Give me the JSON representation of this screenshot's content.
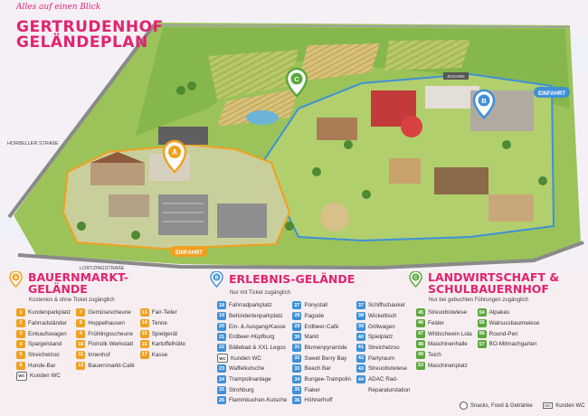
{
  "header": {
    "tagline": "Alles auf einen Blick",
    "title_line1": "GERTRUDENHOF",
    "title_line2": "GELÄNDEPLAN"
  },
  "map": {
    "road_labels": {
      "horbeller": "HORBELLER STRAßE",
      "lortzing": "LORTZINGSTRAßE"
    },
    "entrance_labels": {
      "einfahrt_right": "EINFAHRT",
      "einfahrt_bottom": "EINFAHRT",
      "zugang": "ZUGANG"
    },
    "zone_pins": [
      {
        "letter": "A",
        "color": "#f0a020"
      },
      {
        "letter": "B",
        "color": "#3f90d8"
      },
      {
        "letter": "C",
        "color": "#5aa83c"
      }
    ]
  },
  "colors": {
    "accent": "#e0246f",
    "zone_a": "#f0a020",
    "zone_b": "#3f90d8",
    "zone_c": "#5aa83c",
    "field": "#86b74c",
    "road": "#8a8a8a"
  },
  "legend": {
    "a": {
      "letter": "A",
      "title_line1": "BAUERNMARKT-",
      "title_line2": "GELÄNDE",
      "subtitle": "Kostenlos & ohne Ticket zugänglich",
      "col1": [
        {
          "n": "1",
          "label": "Kundenparkplatz"
        },
        {
          "n": "2",
          "label": "Fahrradständer"
        },
        {
          "n": "3",
          "label": "Einkaufswagen"
        },
        {
          "n": "4",
          "label": "Spargelstand"
        },
        {
          "n": "5",
          "label": "Streichelzoo"
        },
        {
          "n": "6",
          "label": "Hunde-Bar"
        },
        {
          "n": "WC",
          "label": "Kunden WC",
          "wc": true
        }
      ],
      "col2": [
        {
          "n": "7",
          "label": "Gemüsescheune"
        },
        {
          "n": "8",
          "label": "Hoppelhausen"
        },
        {
          "n": "9",
          "label": "Frühlingsscheune"
        },
        {
          "n": "10",
          "label": "Floristik Werkstatt"
        },
        {
          "n": "11",
          "label": "Innenhof"
        },
        {
          "n": "12",
          "label": "Bauernmarkt-Café"
        }
      ],
      "col3": [
        {
          "n": "13",
          "label": "Fair-Teiler"
        },
        {
          "n": "14",
          "label": "Tenne"
        },
        {
          "n": "15",
          "label": "Spielgerät"
        },
        {
          "n": "16",
          "label": "Kartoffelhütte"
        },
        {
          "n": "17",
          "label": "Kasse"
        }
      ]
    },
    "b": {
      "letter": "B",
      "title": "ERLEBNIS-GELÄNDE",
      "subtitle": "Nur mit Ticket zugänglich",
      "col1": [
        {
          "n": "18",
          "label": "Fahrradparkplatz"
        },
        {
          "n": "19",
          "label": "Behindertenparkplatz"
        },
        {
          "n": "20",
          "label": "Ein- & Ausgang/Kasse"
        },
        {
          "n": "21",
          "label": "Erdbeer-Hüpfburg"
        },
        {
          "n": "22",
          "label": "Bällebad & XXL Legos"
        },
        {
          "n": "WC",
          "label": "Kunden WC",
          "wc": true
        },
        {
          "n": "23",
          "label": "Waffelkutsche"
        },
        {
          "n": "24",
          "label": "Trampolinanlage"
        },
        {
          "n": "25",
          "label": "Strohburg"
        },
        {
          "n": "26",
          "label": "Flammkuchen-Kutsche"
        }
      ],
      "col2": [
        {
          "n": "27",
          "label": "Ponystall"
        },
        {
          "n": "28",
          "label": "Pagode"
        },
        {
          "n": "29",
          "label": "Erdbeer-Café"
        },
        {
          "n": "30",
          "label": "Markt"
        },
        {
          "n": "31",
          "label": "Blumenpyramide"
        },
        {
          "n": "32",
          "label": "Sweet Berry Bay"
        },
        {
          "n": "33",
          "label": "Beach Bar"
        },
        {
          "n": "34",
          "label": "Bungee-Trampolin"
        },
        {
          "n": "35",
          "label": "Fiaker"
        },
        {
          "n": "36",
          "label": "Höhnerhoff"
        }
      ],
      "col3": [
        {
          "n": "37",
          "label": "Schiffschaukel"
        },
        {
          "n": "38",
          "label": "Wickeltisch"
        },
        {
          "n": "39",
          "label": "Grillwagen"
        },
        {
          "n": "40",
          "label": "Spielplatz"
        },
        {
          "n": "41",
          "label": "Streichelzoo"
        },
        {
          "n": "42",
          "label": "Partyraum"
        },
        {
          "n": "43",
          "label": "Streuobstwiese"
        },
        {
          "n": "44",
          "label": "ADAC Rad-"
        },
        {
          "n": "",
          "label": "Reparaturstation"
        }
      ]
    },
    "c": {
      "letter": "C",
      "title_line1": "LANDWIRTSCHAFT &",
      "title_line2": "SCHULBAUERNHOF",
      "subtitle": "Nur bei gebuchten Führungen zugänglich",
      "col1": [
        {
          "n": "45",
          "label": "Streuobstwiese"
        },
        {
          "n": "46",
          "label": "Felder"
        },
        {
          "n": "47",
          "label": "Wildschwein Lola"
        },
        {
          "n": "48",
          "label": "Maschinenhalle"
        },
        {
          "n": "49",
          "label": "Teich"
        },
        {
          "n": "53",
          "label": "Maschinenplatz"
        }
      ],
      "col2": [
        {
          "n": "54",
          "label": "Alpakas"
        },
        {
          "n": "55",
          "label": "Walnussbaumwiese"
        },
        {
          "n": "56",
          "label": "Round-Pen"
        },
        {
          "n": "57",
          "label": "BO-Mitmachgarten"
        }
      ]
    },
    "key": {
      "snacks": "Snacks, Food & Getränke",
      "wc": "Kunden WC",
      "wc_badge": "WC"
    }
  }
}
